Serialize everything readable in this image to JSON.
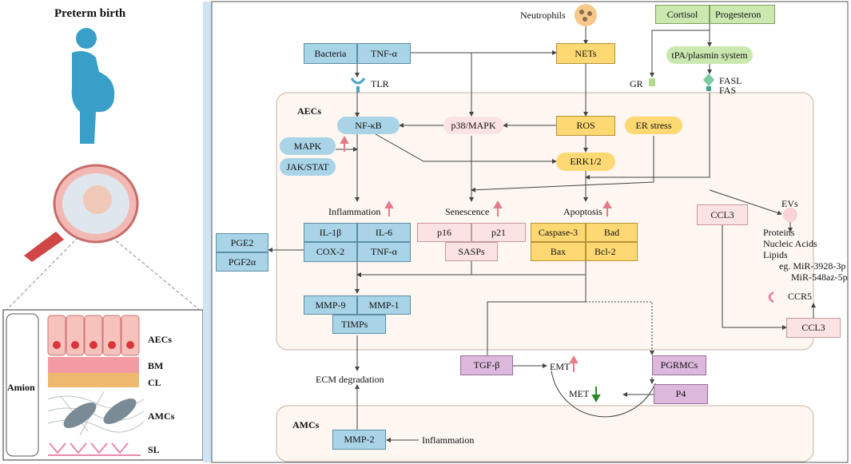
{
  "left_panel": {
    "title": "Preterm birth",
    "amion_label": "Amion",
    "layers": [
      "AECs",
      "BM",
      "CL",
      "AMCs",
      "SL"
    ]
  },
  "nodes": {
    "neutrophils": "Neutrophils",
    "cortisol": "Cortisol",
    "progesteron": "Progesteron",
    "bacteria": "Bacteria",
    "tnfa_top": "TNF-α",
    "nets": "NETs",
    "tpa": "tPA/plasmin system",
    "tlr": "TLR",
    "gr": "GR",
    "fasl": "FASL",
    "fas": "FAS",
    "aecs_region": "AECs",
    "nfkb": "NF-κB",
    "p38": "p38/MAPK",
    "ros": "ROS",
    "er_stress": "ER stress",
    "mapk": "MAPK",
    "jakstat": "JAK/STAT",
    "erk": "ERK1/2",
    "inflammation": "Inflammation",
    "senescence": "Senescence",
    "apoptosis": "Apoptosis",
    "ccl3_a": "CCL3",
    "evs": "EVs",
    "il1b": "IL-1β",
    "il6": "IL-6",
    "cox2": "COX-2",
    "tnfa_mid": "TNF-α",
    "pge2": "PGE2",
    "pgf2a": "PGF2α",
    "p16": "p16",
    "p21": "p21",
    "sasps": "SASPs",
    "casp3": "Caspase-3",
    "bad": "Bad",
    "bax": "Bax",
    "bcl2": "Bcl-2",
    "ev_cargo": [
      "Proteins",
      "Nucleic Acids",
      "Lipids",
      "eg. MiR-3928-3p",
      "MiR-548az-5p"
    ],
    "ccr5": "CCR5",
    "ccl3_b": "CCL3",
    "mmp9": "MMP-9",
    "mmp1": "MMP-1",
    "timps": "TIMPs",
    "ecm": "ECM degradation",
    "tgfb": "TGF-β",
    "emt": "EMT",
    "pgrmcs": "PGRMCs",
    "p4": "P4",
    "met": "MET",
    "amcs_region": "AMCs",
    "mmp2": "MMP-2",
    "inflammation_amc": "Inflammation"
  },
  "colors": {
    "blue": "#a9d3e6",
    "pink": "#fbe2e3",
    "yellow": "#fdd873",
    "green": "#cbe8b1",
    "purple": "#dcb8dc",
    "up_arrow": "#e57b8a",
    "down_arrow": "#2a8a2a"
  }
}
